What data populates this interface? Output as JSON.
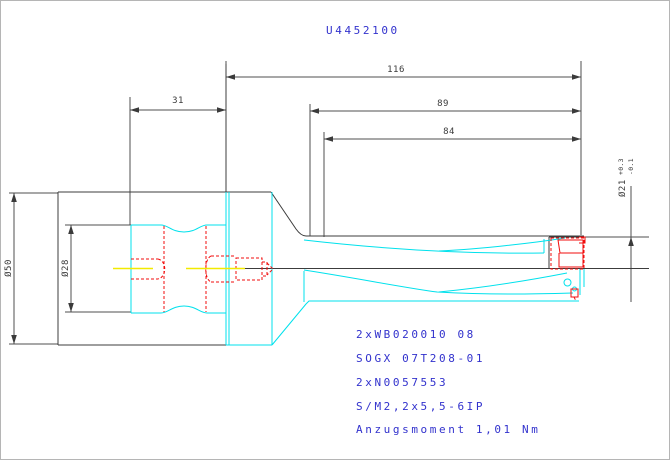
{
  "drawing": {
    "title": "U4452100",
    "type_note": "technical drawing of indexable insert drill",
    "colors": {
      "outline": "#3c3c3c",
      "dimension": "#4f4f4f",
      "tool_profile": "#00e1ec",
      "hidden_lines": "#f20d0d",
      "centerline_accent": "#f2ea00",
      "annotation_blue": "#3232cd",
      "background": "#ffffff"
    }
  },
  "dimensions": {
    "d116": "116",
    "d89": "89",
    "d84": "84",
    "d31": "31",
    "d50": "Ø50",
    "d28": "Ø28",
    "d21": "Ø21",
    "d21_tol_plus": "+0.3",
    "d21_tol_minus": "-0.1"
  },
  "part_list": {
    "line1": "2xWB020010 08",
    "line2": "SOGX 07T208-01",
    "line3": "2xN0057553",
    "line4": "S/M2,2x5,5-6IP",
    "line5": "Anzugsmoment 1,01 Nm"
  }
}
